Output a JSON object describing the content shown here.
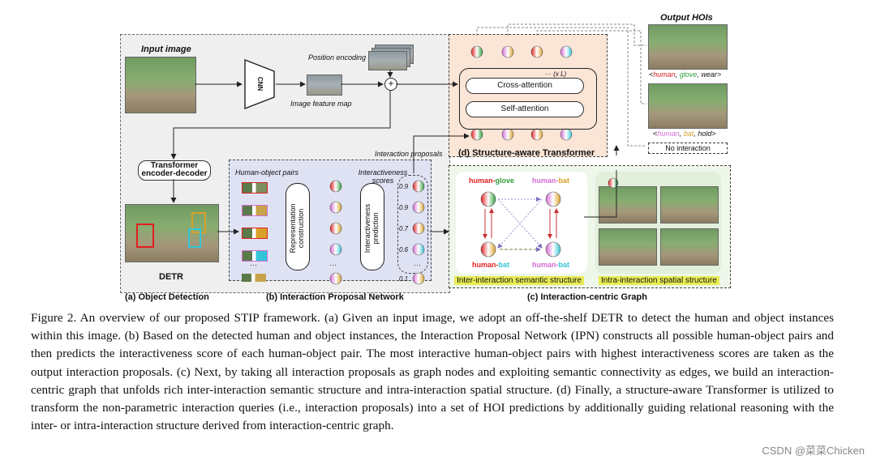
{
  "labels": {
    "input_image": "Input image",
    "output_hois": "Output HOIs",
    "position_encoding": "Position encoding",
    "cnn": "CNN",
    "image_feature_map": "Image feature map",
    "transformer_enc_dec": "Transformer encoder-decoder",
    "detr": "DETR",
    "human_object_pairs": "Human-object pairs",
    "interactiveness_scores": "Interactiveness scores",
    "representation_construction": "Representation construction",
    "interactiveness_prediction": "Interactiveness prediction",
    "interaction_proposals": "Interaction proposals",
    "cross_attention": "Cross-attention",
    "self_attention": "Self-attention",
    "xL": "··· (x L)",
    "dots": "···",
    "no_interaction": "No interaction",
    "inter_semantic": "Inter-interaction semantic structure",
    "intra_spatial": "Intra-interaction spatial structure",
    "hoi1": {
      "open": "<",
      "human": "human",
      "sep1": ", ",
      "obj": "glove",
      "sep2": ", ",
      "verb": "wear",
      "close": ">"
    },
    "hoi2": {
      "open": "<",
      "human": "human",
      "sep1": ", ",
      "obj": "bat",
      "sep2": ", ",
      "verb": "hold",
      "close": ">"
    },
    "node_hg": {
      "a": "human-",
      "b": "glove"
    },
    "node_hb1": {
      "a": "human-",
      "b": "bat"
    },
    "node_hb2": {
      "a": "human-",
      "b": "bat"
    },
    "node_hb3": {
      "a": "human-",
      "b": "bat"
    },
    "scores": [
      "0.9",
      "0.9",
      "0.7",
      "0.6",
      "0.1"
    ]
  },
  "subcaptions": {
    "a": "(a) Object Detection",
    "b": "(b) Interaction Proposal Network",
    "c": "(c) Interaction-centric Graph",
    "d": "(d) Structure-aware Transformer"
  },
  "caption": "Figure 2. An overview of our proposed STIP framework. (a) Given an input image, we adopt an off-the-shelf DETR to detect the human and object instances within this image. (b) Based on the detected human and object instances, the Interaction Proposal Network (IPN) constructs all possible human-object pairs and then predicts the interactiveness score of each human-object pair. The most interactive human-object pairs with highest interactiveness scores are taken as the output interaction proposals. (c) Next, by taking all interaction proposals as graph nodes and exploiting semantic connectivity as edges, we build an interaction-centric graph that unfolds rich inter-interaction semantic structure and intra-interaction spatial structure. (d) Finally, a structure-aware Transformer is utilized to transform the non-parametric interaction queries (i.e., interaction proposals) into a set of HOI predictions by additionally guiding relational reasoning with the inter- or intra-interaction structure derived from interaction-centric graph.",
  "watermark": "CSDN @菜菜Chicken",
  "colors": {
    "human": "#e02020",
    "glove": "#2f9e3a",
    "bat": "#d8a02a",
    "human_pink": "#d46bd4",
    "od_bg": "#efefef",
    "ipn_bg": "#dfe2f3",
    "tr_bg": "#fbe5d6",
    "icg_bg": "#eef7e9",
    "highlight": "#e9ec55"
  }
}
